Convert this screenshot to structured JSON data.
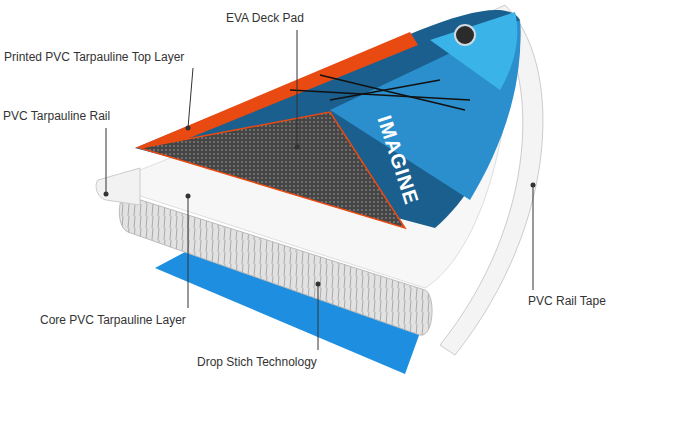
{
  "diagram": {
    "labels": [
      "EVA Deck Pad",
      "Printed PVC Tarpauline Top Layer",
      "PVC Tarpauline Rail",
      "IMAGINE",
      "PVC Rail Tape",
      "Core PVC Tarpauline Layer",
      "Drop Stich Technology"
    ]
  }
}
